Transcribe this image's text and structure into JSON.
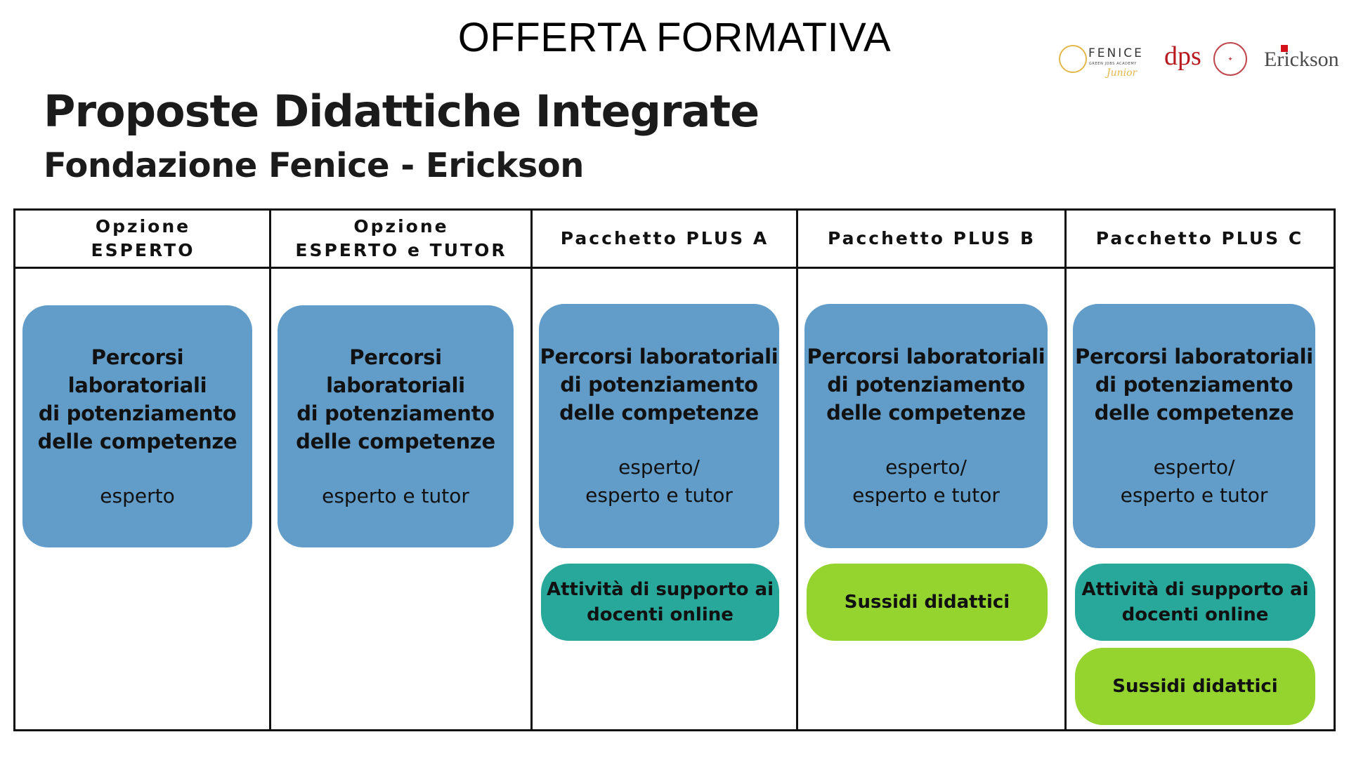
{
  "header": {
    "top_title": "OFFERTA FORMATIVA",
    "title": "Proposte Didattiche Integrate",
    "subtitle": "Fondazione Fenice - Erickson"
  },
  "logos": {
    "fenice_name": "FENICE",
    "fenice_tagline": "GREEN JOBS ACADEMY",
    "fenice_script": "Junior",
    "dps_mark": "dps",
    "erickson": "Erickson"
  },
  "columns": [
    {
      "header_line1": "Opzione",
      "header_line2": "ESPERTO",
      "card_title": [
        "Percorsi laboratoriali",
        "di potenziamento",
        "delle competenze"
      ],
      "card_role": [
        "esperto"
      ],
      "extras": []
    },
    {
      "header_line1": "Opzione",
      "header_line2": "ESPERTO e TUTOR",
      "card_title": [
        "Percorsi laboratoriali",
        "di potenziamento",
        "delle competenze"
      ],
      "card_role": [
        "esperto e tutor"
      ],
      "extras": []
    },
    {
      "header_line1": "Pacchetto PLUS A",
      "header_line2": "",
      "card_title": [
        "Percorsi laboratoriali",
        "di potenziamento",
        "delle competenze"
      ],
      "card_role": [
        "esperto/",
        "esperto e tutor"
      ],
      "extras": [
        "Attività di supporto ai docenti online"
      ]
    },
    {
      "header_line1": "Pacchetto PLUS B",
      "header_line2": "",
      "card_title": [
        "Percorsi laboratoriali",
        "di potenziamento",
        "delle competenze"
      ],
      "card_role": [
        "esperto/",
        "esperto e tutor"
      ],
      "extras": [
        "Sussidi didattici"
      ]
    },
    {
      "header_line1": "Pacchetto PLUS C",
      "header_line2": "",
      "card_title": [
        "Percorsi laboratoriali",
        "di potenziamento",
        "delle competenze"
      ],
      "card_role": [
        "esperto/",
        "esperto e tutor"
      ],
      "extras": [
        "Attività di supporto ai docenti online",
        "Sussidi didattici"
      ]
    }
  ],
  "extra_lines": {
    "supporto": [
      "Attività di supporto ai",
      "docenti online"
    ],
    "sussidi": [
      "Sussidi didattici"
    ]
  },
  "colors": {
    "card_blue": "#629dc9",
    "pill_teal": "#27a89a",
    "pill_lime": "#95d42f",
    "border": "#111111"
  }
}
